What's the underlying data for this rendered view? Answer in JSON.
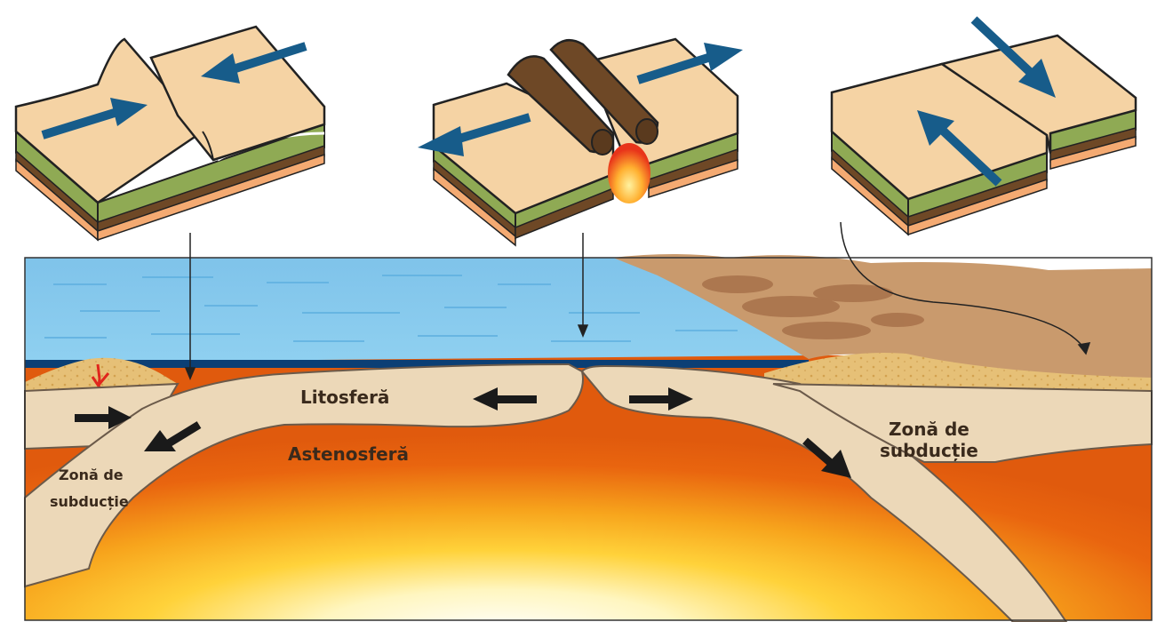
{
  "labels": {
    "lithosphere": "Litosferă",
    "asthenosphere": "Astenosferă",
    "subduction_left_line1": "Zonă de",
    "subduction_left_line2": "subducție",
    "subduction_right_line1": "Zonă de",
    "subduction_right_line2": "subducție"
  },
  "colors": {
    "ocean": "#86c9ec",
    "ocean_deep": "#0b3f75",
    "lithosphere": "#ecd8b8",
    "mantle": "#e75f0f",
    "mantle_hot": "#ffd23a",
    "crust_top": "#f5d3a4",
    "crust_green": "#8faa54",
    "crust_brown": "#6e4826",
    "crust_orange": "#f4aa72",
    "arrow_blue": "#175c8a",
    "continent": "#c99a6d"
  },
  "blocks": [
    {
      "name": "convergent-boundary-block",
      "arrow_icons": [
        "arrow-right-icon",
        "arrow-left-icon"
      ]
    },
    {
      "name": "divergent-boundary-block",
      "arrow_icons": [
        "arrow-left-icon",
        "arrow-right-icon"
      ]
    },
    {
      "name": "transform-boundary-block",
      "arrow_icons": [
        "arrow-down-right-icon",
        "arrow-up-left-icon"
      ]
    }
  ]
}
